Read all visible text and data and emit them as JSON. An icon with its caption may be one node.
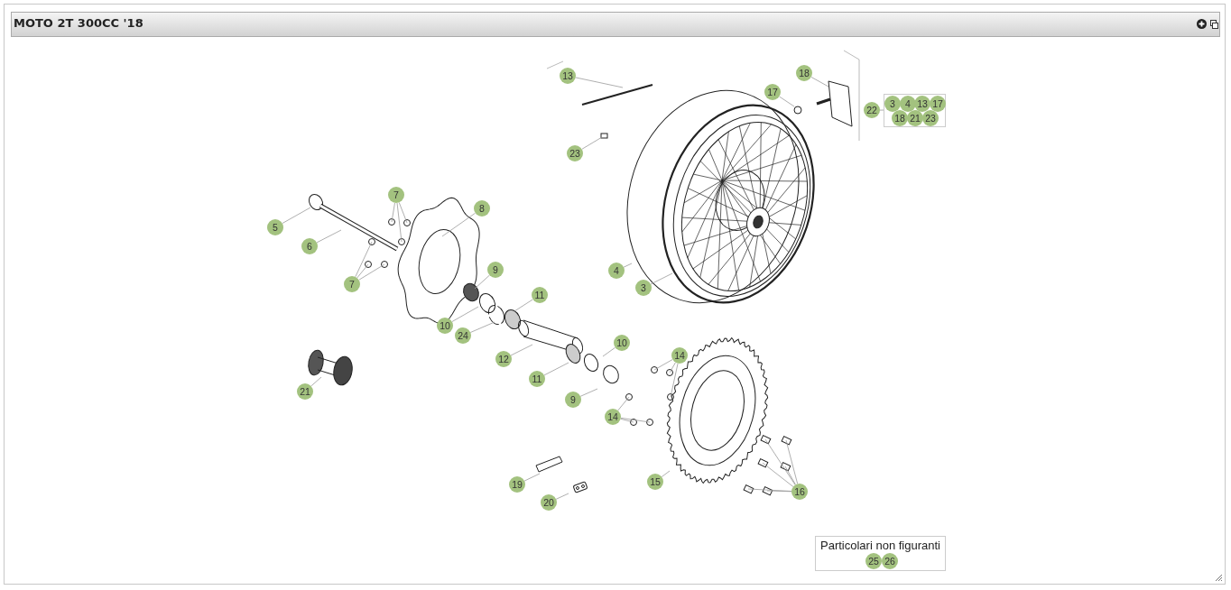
{
  "diagram": {
    "title": "MOTO 2T 300CC '18",
    "nodes": [
      {
        "text": [
          "13"
        ]
      },
      {
        "text": [
          "23"
        ]
      },
      {
        "text": [
          "18"
        ]
      },
      {
        "text": [
          "17"
        ]
      },
      {
        "text": [
          "22"
        ]
      },
      {
        "text": [
          "7"
        ]
      },
      {
        "text": [
          "8"
        ]
      },
      {
        "text": [
          "5"
        ]
      },
      {
        "text": [
          "6"
        ]
      },
      {
        "text": [
          "7"
        ]
      },
      {
        "text": [
          "9"
        ]
      },
      {
        "text": [
          "4"
        ]
      },
      {
        "text": [
          "3"
        ]
      },
      {
        "text": [
          "11"
        ]
      },
      {
        "text": [
          "10"
        ]
      },
      {
        "text": [
          "24"
        ]
      },
      {
        "text": [
          "12"
        ]
      },
      {
        "text": [
          "10"
        ]
      },
      {
        "text": [
          "11"
        ]
      },
      {
        "text": [
          "9"
        ]
      },
      {
        "text": [
          "14"
        ]
      },
      {
        "text": [
          "14"
        ]
      },
      {
        "text": [
          "21"
        ]
      },
      {
        "text": [
          "15"
        ]
      },
      {
        "text": [
          "16"
        ]
      },
      {
        "text": [
          "19"
        ]
      },
      {
        "text": [
          "20"
        ]
      },
      {
        "text": [],
        "shape": "box"
      },
      {
        "text": [
          "3"
        ],
        "in": 27
      },
      {
        "text": [
          "4"
        ],
        "in": 27
      },
      {
        "text": [
          "13"
        ],
        "in": 27
      },
      {
        "text": [
          "17"
        ],
        "in": 27
      },
      {
        "text": [
          "18"
        ],
        "in": 27
      },
      {
        "text": [
          "21"
        ],
        "in": 27
      },
      {
        "text": [
          "23"
        ],
        "in": 27
      },
      {
        "text": [
          "Particolari non figuranti"
        ]
      },
      {
        "text": [
          "25"
        ],
        "in": 35
      },
      {
        "text": [
          "26"
        ],
        "in": 35
      }
    ],
    "edges": [
      {
        "from": 0,
        "to": null,
        "arrow": "none"
      },
      {
        "from": 1,
        "to": null,
        "arrow": "none"
      },
      {
        "from": 2,
        "to": null,
        "arrow": "none"
      },
      {
        "from": 3,
        "to": null,
        "arrow": "none"
      },
      {
        "from": 4,
        "to": 27,
        "arrow": "none"
      },
      {
        "from": 5,
        "to": null,
        "arrow": "none"
      },
      {
        "from": 5,
        "to": null,
        "arrow": "none"
      },
      {
        "from": 5,
        "to": null,
        "arrow": "none"
      },
      {
        "from": 6,
        "to": null,
        "arrow": "none"
      },
      {
        "from": 7,
        "to": null,
        "arrow": "none"
      },
      {
        "from": 8,
        "to": null,
        "arrow": "none"
      },
      {
        "from": 9,
        "to": null,
        "arrow": "none"
      },
      {
        "from": 9,
        "to": null,
        "arrow": "none"
      },
      {
        "from": 9,
        "to": null,
        "arrow": "none"
      },
      {
        "from": 10,
        "to": null,
        "arrow": "none"
      },
      {
        "from": 11,
        "to": null,
        "arrow": "none"
      },
      {
        "from": 12,
        "to": null,
        "arrow": "none"
      },
      {
        "from": 13,
        "to": null,
        "arrow": "none"
      },
      {
        "from": 14,
        "to": null,
        "arrow": "none"
      },
      {
        "from": 15,
        "to": null,
        "arrow": "none"
      },
      {
        "from": 16,
        "to": null,
        "arrow": "none"
      },
      {
        "from": 17,
        "to": null,
        "arrow": "none"
      },
      {
        "from": 18,
        "to": null,
        "arrow": "none"
      },
      {
        "from": 19,
        "to": null,
        "arrow": "none"
      },
      {
        "from": 20,
        "to": null,
        "arrow": "none"
      },
      {
        "from": 20,
        "to": null,
        "arrow": "none"
      },
      {
        "from": 20,
        "to": null,
        "arrow": "none"
      },
      {
        "from": 21,
        "to": null,
        "arrow": "none"
      },
      {
        "from": 21,
        "to": null,
        "arrow": "none"
      },
      {
        "from": 21,
        "to": null,
        "arrow": "none"
      },
      {
        "from": 22,
        "to": null,
        "arrow": "none"
      },
      {
        "from": 23,
        "to": null,
        "arrow": "none"
      },
      {
        "from": 24,
        "to": null,
        "arrow": "none"
      },
      {
        "from": 24,
        "to": null,
        "arrow": "none"
      },
      {
        "from": 24,
        "to": null,
        "arrow": "none"
      },
      {
        "from": 24,
        "to": null,
        "arrow": "none"
      },
      {
        "from": 24,
        "to": null,
        "arrow": "none"
      },
      {
        "from": 24,
        "to": null,
        "arrow": "none"
      },
      {
        "from": 25,
        "to": null,
        "arrow": "none"
      },
      {
        "from": 26,
        "to": null,
        "arrow": "none"
      }
    ]
  }
}
